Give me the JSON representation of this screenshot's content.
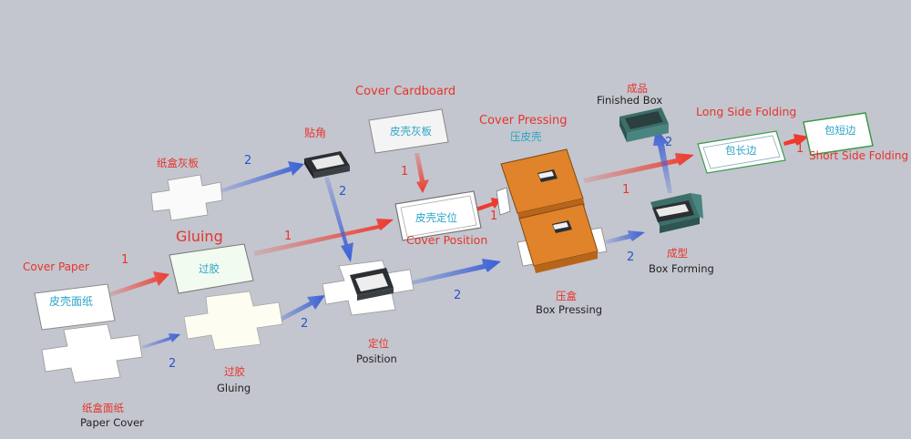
{
  "labels": {
    "cover_paper": "Cover Paper",
    "pi_ke_mian_zhi": "皮壳面纸",
    "gluing_title": "Gluing",
    "guo_jiao_card": "过胶",
    "zhi_he_hui_ban": "纸盒灰板",
    "tie_jiao": "贴角",
    "cover_cardboard": "Cover Cardboard",
    "pi_ke_hui_ban": "皮壳灰板",
    "pi_ke_ding_wei": "皮壳定位",
    "cover_position": "Cover Position",
    "cover_pressing": "Cover Pressing",
    "ya_pi_ke": "压皮壳",
    "cheng_pin": "成品",
    "finished_box": "Finished Box",
    "long_side_folding": "Long Side Folding",
    "bao_chang_bian": "包长边",
    "bao_duan_bian": "包短边",
    "short_side_folding": "Short Side Folding",
    "cheng_xing": "成型",
    "box_forming": "Box Forming",
    "ya_he": "压盒",
    "box_pressing": "Box Pressing",
    "ding_wei": "定位",
    "position": "Position",
    "guo_jiao_bottom": "过胶",
    "gluing_bottom": "Gluing",
    "zhi_he_mian_zhi": "纸盒面纸",
    "paper_cover": "Paper Cover"
  },
  "arrow_numbers": {
    "n_cover_paper": "1",
    "n_gluing_pos": "1",
    "n_cardboard": "1",
    "n_position_press": "1",
    "n_press_finished": "1",
    "n_long_short": "1",
    "n_paper_gluing": "2",
    "n_gluing_position": "2",
    "n_board_corner": "2",
    "n_corner_position": "2",
    "n_position_press2": "2",
    "n_press_forming": "2",
    "n_forming_finished": "2"
  },
  "colors": {
    "background": "#c3c6ce",
    "red_arrow": "#ee3a2e",
    "blue_arrow": "#3a5fd6",
    "orange_box": "#e0832a",
    "teal_box": "#3c6e6a",
    "dark_box": "#2b2f33",
    "label_red": "#e8332d",
    "label_cyan": "#2aa5c9"
  }
}
